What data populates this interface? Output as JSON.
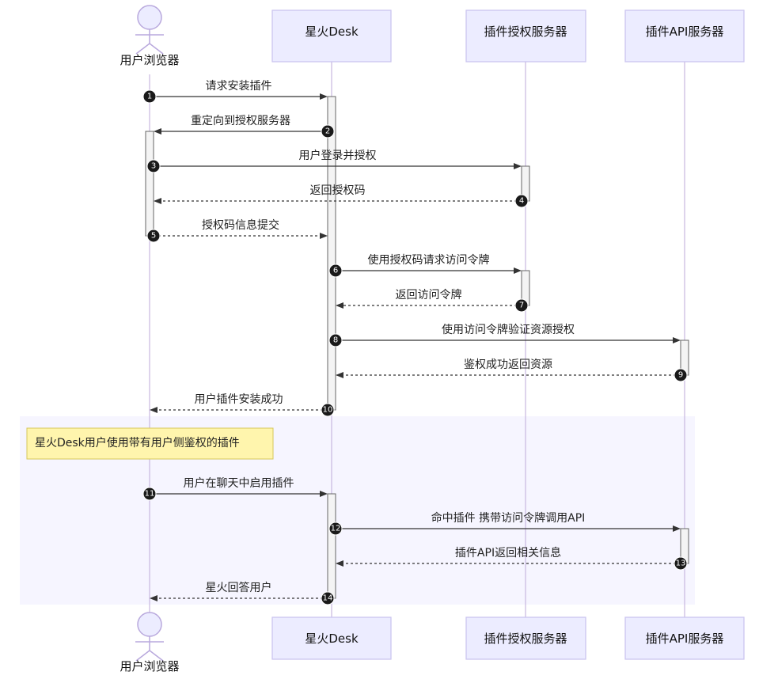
{
  "participants": {
    "user": "用户浏览器",
    "desk": "星火Desk",
    "auth": "插件授权服务器",
    "api": "插件API服务器"
  },
  "messages": [
    {
      "num": "1",
      "text": "请求安装插件"
    },
    {
      "num": "2",
      "text": "重定向到授权服务器"
    },
    {
      "num": "3",
      "text": "用户登录并授权"
    },
    {
      "num": "4",
      "text": "返回授权码"
    },
    {
      "num": "5",
      "text": "授权码信息提交"
    },
    {
      "num": "6",
      "text": "使用授权码请求访问令牌"
    },
    {
      "num": "7",
      "text": "返回访问令牌"
    },
    {
      "num": "8",
      "text": "使用访问令牌验证资源授权"
    },
    {
      "num": "9",
      "text": "鉴权成功返回资源"
    },
    {
      "num": "10",
      "text": "用户插件安装成功"
    },
    {
      "num": "11",
      "text": "用户在聊天中启用插件"
    },
    {
      "num": "12",
      "text": "命中插件 携带访问令牌调用API"
    },
    {
      "num": "13",
      "text": "插件API返回相关信息"
    },
    {
      "num": "14",
      "text": "星火回答用户"
    }
  ],
  "note": "星火Desk用户使用带有用户侧鉴权的插件"
}
